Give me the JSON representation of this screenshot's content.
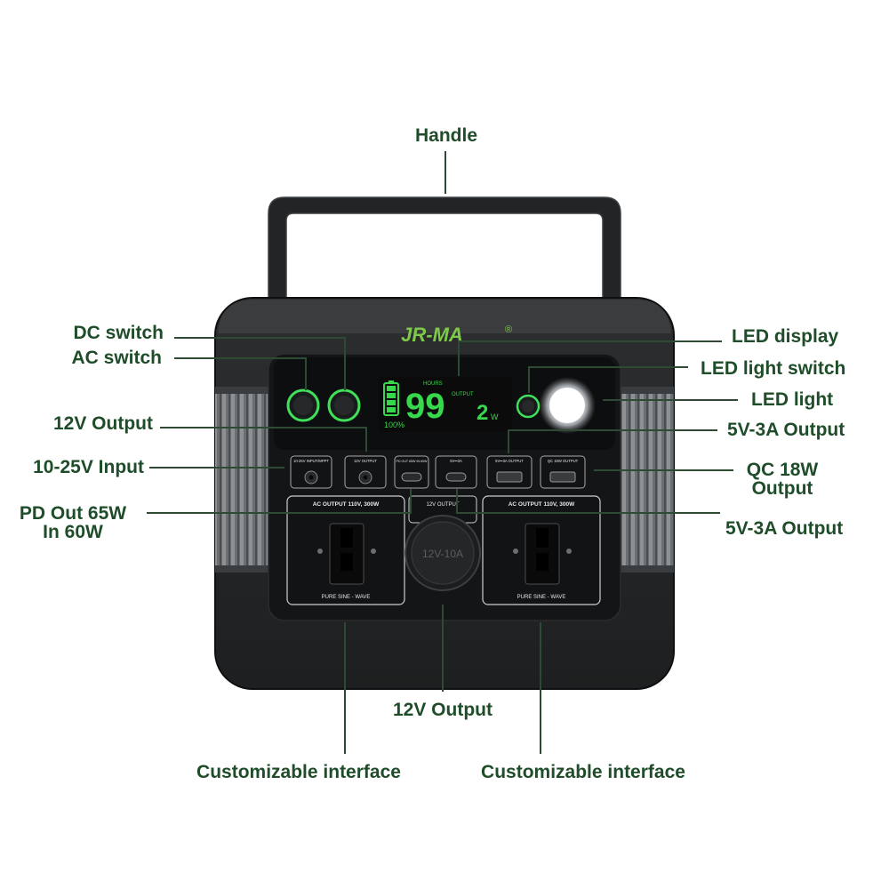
{
  "brand": {
    "logo_text": "JR-MA",
    "reg_mark": "®"
  },
  "display": {
    "main_value": "99",
    "hours_label": "HOURS",
    "output_label": "OUTPUT",
    "battery_pct": "100%",
    "watts_value": "2",
    "watts_unit": "W"
  },
  "ports": {
    "dc_input": "10-25V INPUT/MPPT",
    "dc_output": "12V OUTPUT",
    "pd": "PD OUT 65W IN 60W",
    "typec": "5V⎓3A",
    "usb_a": "5V⎓3A OUTPUT",
    "qc": "QC 18W OUTPUT",
    "ac_left_title": "AC OUTPUT 110V, 300W",
    "ac_right_title": "AC OUTPUT 110V, 300W",
    "ac_left_foot": "PURE SINE - WAVE",
    "ac_right_foot": "PURE SINE - WAVE",
    "car_title": "12V OUTPUT",
    "car_cap": "12V-10A"
  },
  "callouts": {
    "handle": "Handle",
    "dc_switch": "DC switch",
    "ac_switch": "AC switch",
    "output_12v_top": "12V Output",
    "input_10_25v": "10-25V Input",
    "pd_line1": "PD Out 65W",
    "pd_line2": "In 60W",
    "led_display": "LED display",
    "led_light_switch": "LED light switch",
    "led_light": "LED light",
    "usb_5v_3a_top": "5V-3A Output",
    "qc_line1": "QC 18W",
    "qc_line2": "Output",
    "usb_5v_3a_bottom": "5V-3A Output",
    "output_12v_bottom": "12V Output",
    "custom_left": "Customizable interface",
    "custom_right": "Customizable interface"
  }
}
